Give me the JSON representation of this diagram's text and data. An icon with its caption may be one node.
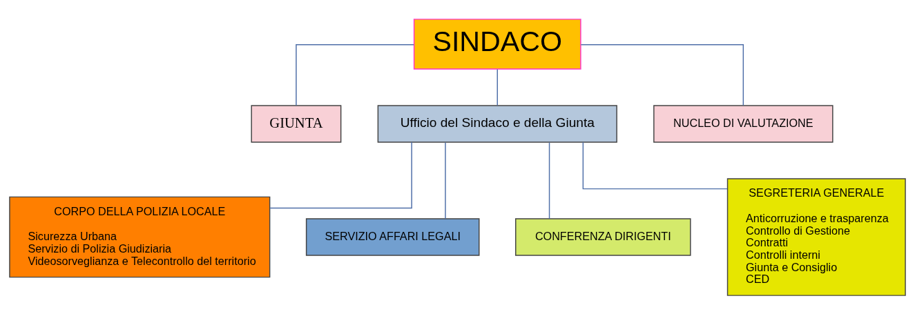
{
  "diagram": {
    "nodes": [
      {
        "text": [
          "SINDACO"
        ]
      },
      {
        "text": [
          "GIUNTA"
        ]
      },
      {
        "text": [
          "Ufficio del Sindaco e della Giunta"
        ]
      },
      {
        "text": [
          "NUCLEO DI VALUTAZIONE"
        ]
      },
      {
        "text": [
          "CORPO DELLA POLIZIA LOCALE",
          "Sicurezza Urbana",
          "Servizio di Polizia Giudiziaria",
          "Videosorveglianza e Telecontrollo del territorio"
        ]
      },
      {
        "text": [
          "SERVIZIO AFFARI LEGALI"
        ]
      },
      {
        "text": [
          "CONFERENZA DIRIGENTI"
        ]
      },
      {
        "text": [
          "SEGRETERIA GENERALE",
          "Anticorruzione e trasparenza",
          "Controllo di Gestione",
          "Contratti",
          "Controlli interni",
          "Giunta e Consiglio",
          "CED"
        ]
      }
    ],
    "edges": [
      {
        "from": 0,
        "to": 1,
        "arrow": "none"
      },
      {
        "from": 0,
        "to": 2,
        "arrow": "none"
      },
      {
        "from": 0,
        "to": 3,
        "arrow": "none"
      },
      {
        "from": 2,
        "to": 4,
        "arrow": "none"
      },
      {
        "from": 2,
        "to": 5,
        "arrow": "none"
      },
      {
        "from": 2,
        "to": 6,
        "arrow": "none"
      },
      {
        "from": 2,
        "to": 7,
        "arrow": "none"
      }
    ]
  }
}
